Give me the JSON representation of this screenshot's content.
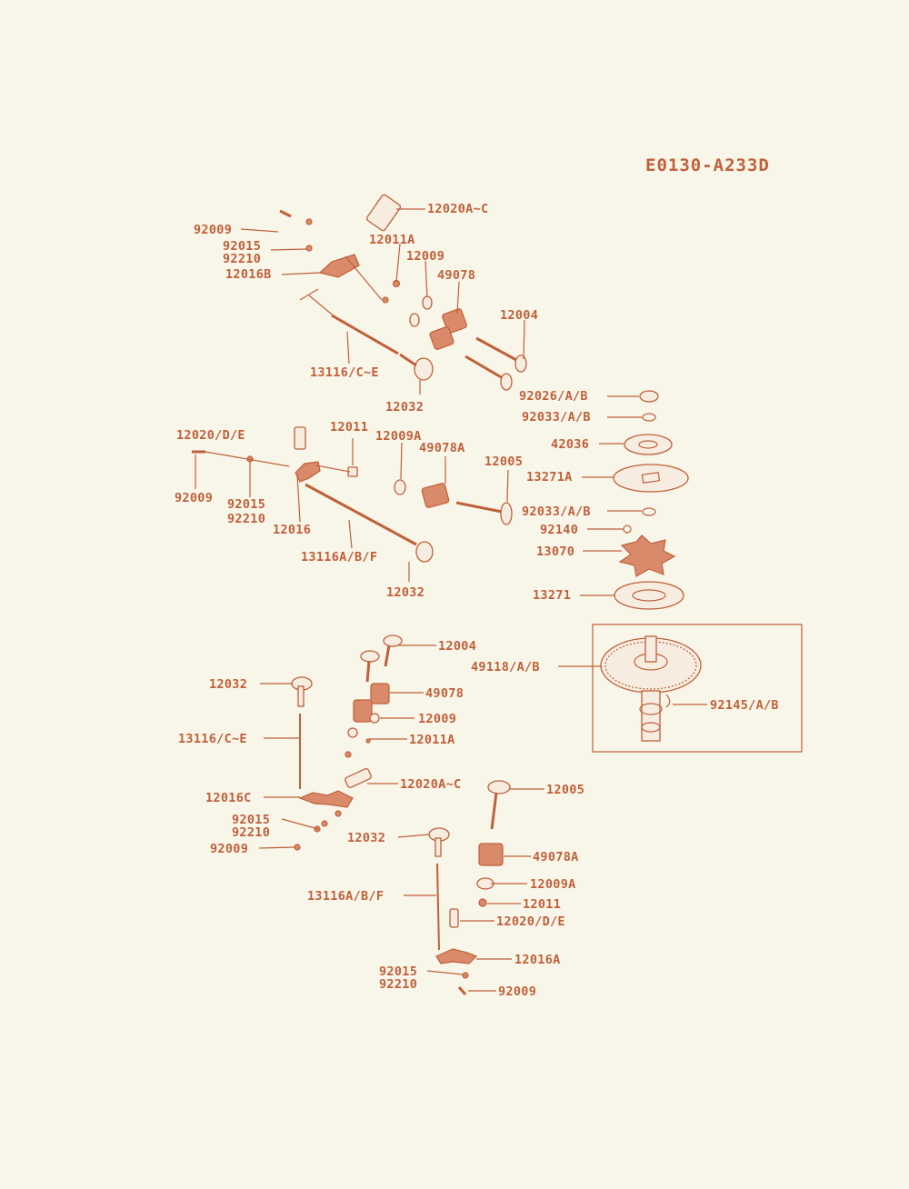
{
  "diagram_code": "E0130-A233D",
  "colors": {
    "line": "#c0603a",
    "background": "#f8f5e9"
  },
  "labels": {
    "l01": "12020A~C",
    "l02": "92009",
    "l03": "12011A",
    "l04": "92015",
    "l05": "92210",
    "l06": "12009",
    "l07": "12016B",
    "l08": "49078",
    "l09": "12004",
    "l10": "13116/C~E",
    "l11": "92026/A/B",
    "l12": "12032",
    "l13": "92033/A/B",
    "l14": "12020/D/E",
    "l15": "12011",
    "l16": "12009A",
    "l17": "42036",
    "l18": "49078A",
    "l19": "12005",
    "l20": "13271A",
    "l21": "92009",
    "l22": "92015",
    "l23": "92210",
    "l24": "92033/A/B",
    "l25": "12016",
    "l26": "92140",
    "l27": "13116A/B/F",
    "l28": "13070",
    "l29": "12032",
    "l30": "13271",
    "l31": "12004",
    "l32": "49118/A/B",
    "l33": "12032",
    "l34": "49078",
    "l35": "92145/A/B",
    "l36": "12009",
    "l37": "13116/C~E",
    "l38": "12011A",
    "l39": "12020A~C",
    "l40": "12016C",
    "l41": "12005",
    "l42": "92015",
    "l43": "92210",
    "l44": "92009",
    "l45": "12032",
    "l46": "49078A",
    "l47": "12009A",
    "l48": "13116A/B/F",
    "l49": "12011",
    "l50": "12020/D/E",
    "l51": "92015",
    "l52": "92210",
    "l53": "12016A",
    "l54": "92009"
  }
}
